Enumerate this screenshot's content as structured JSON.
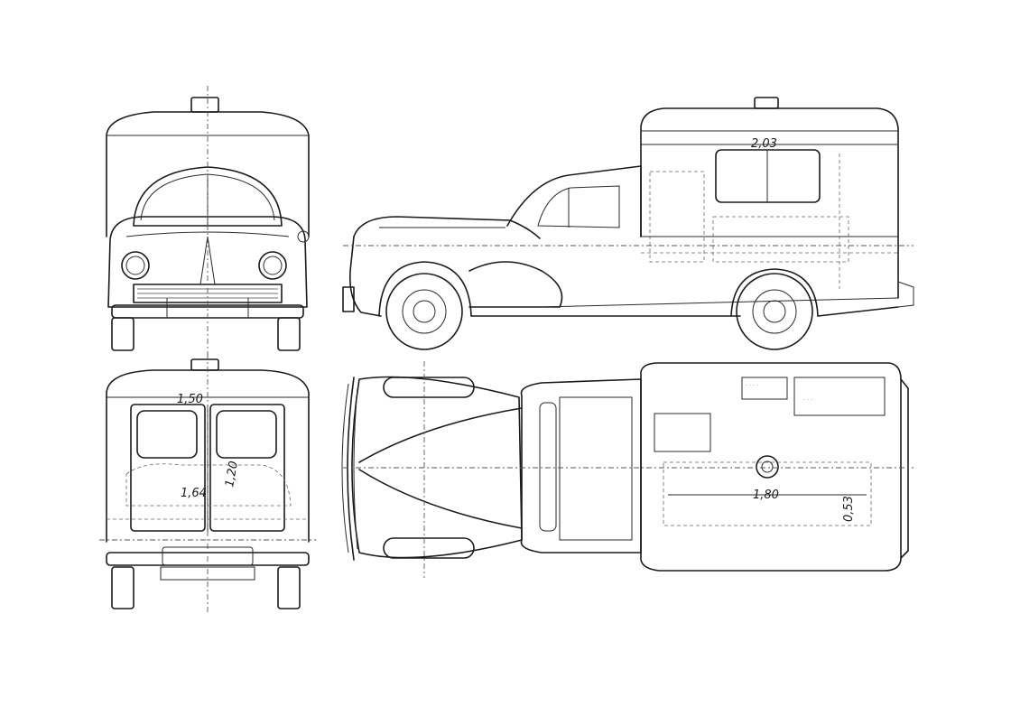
{
  "dimensions": {
    "side_roof_length": "2,03",
    "rear_width": "1,50",
    "rear_floor": "1,64",
    "rear_height": "1,20",
    "top_floor_length": "1,80",
    "top_small_height": "0,53"
  },
  "colors": {
    "line": "#1a1a1a",
    "background": "#ffffff"
  }
}
